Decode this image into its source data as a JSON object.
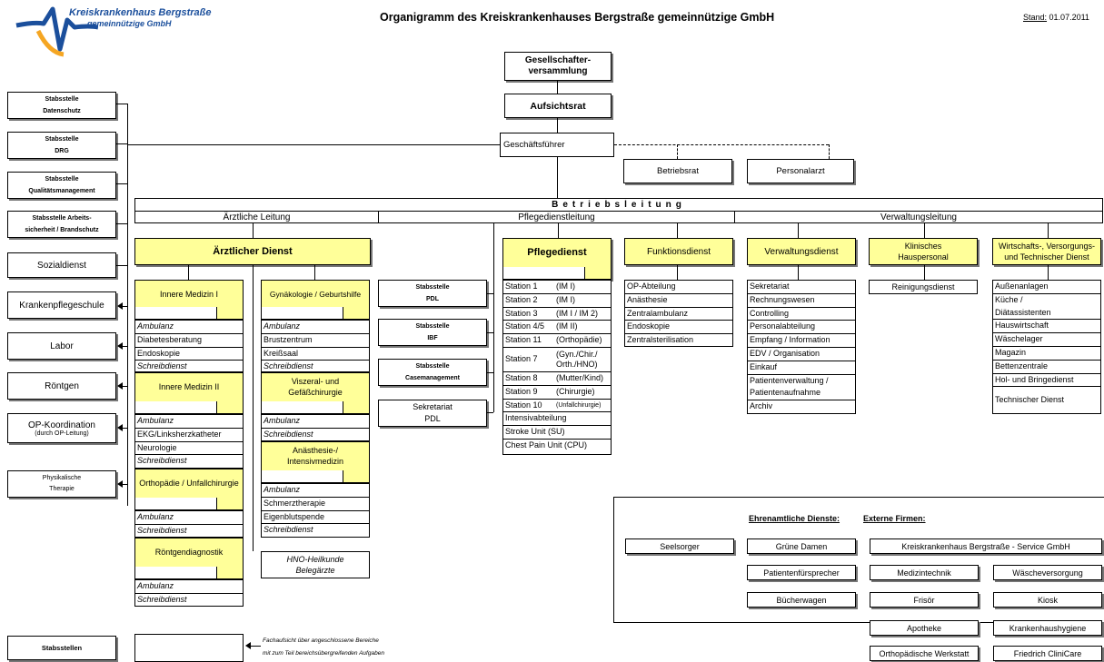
{
  "header": {
    "logo_line1": "Kreiskrankenhaus Bergstraße",
    "logo_line2": "gemeinnützige GmbH",
    "title": "Organigramm des Kreiskrankenhauses Bergstraße gemeinnützige GmbH",
    "stand_label": "Stand:",
    "stand_date": "01.07.2011"
  },
  "top": {
    "gesellschafter": "Gesellschafter-versammlung",
    "aufsichtsrat": "Aufsichtsrat",
    "geschaeftsfuehrer": "Geschäftsführer",
    "betriebsrat": "Betriebsrat",
    "personalarzt": "Personalarzt"
  },
  "stabsstellen": [
    "Stabsstelle",
    "Datenschutz",
    "Stabsstelle",
    "DRG",
    "Stabsstelle",
    "Qualitätsmanagement",
    "Stabsstelle Arbeits-",
    "sicherheit / Brandschutz"
  ],
  "left_services": {
    "sozialdienst": "Sozialdienst",
    "krankenpflegeschule": "Krankenpflegeschule",
    "labor": "Labor",
    "roentgen": "Röntgen",
    "op1": "OP-Koordination",
    "op2": "(durch OP-Leitung)",
    "phys1": "Physikalische",
    "phys2": "Therapie"
  },
  "betriebsleitung": {
    "title": "Betriebsleitung",
    "aerztlich": "Ärztliche Leitung",
    "pflege": "Pflegedienstleitung",
    "verwaltung": "Verwaltungsleitung"
  },
  "aerztlicher_dienst": {
    "title": "Ärztlicher Dienst",
    "im1": "Innere Medizin I",
    "im1_items": [
      "Ambulanz",
      "Diabetesberatung",
      "Endoskopie",
      "Schreibdienst"
    ],
    "im2": "Innere Medizin II",
    "im2_items": [
      "Ambulanz",
      "EKG/Linksherzkatheter",
      "Neurologie",
      "Schreibdienst"
    ],
    "ortho": "Orthopädie / Unfallchirurgie",
    "ortho_items": [
      "Ambulanz",
      "Schreibdienst"
    ],
    "roe": "Röntgendiagnostik",
    "roe_items": [
      "Ambulanz",
      "Schreibdienst"
    ],
    "gyn": "Gynäkologie / Geburtshilfe",
    "gyn_items": [
      "Ambulanz",
      "Brustzentrum",
      "Kreißsaal",
      "Schreibdienst"
    ],
    "visz1": "Viszeral- und",
    "visz2": "Gefäßchirurgie",
    "visz_items": [
      "Ambulanz",
      "Schreibdienst"
    ],
    "anae1": "Anästhesie-/",
    "anae2": "Intensivmedizin",
    "anae_items": [
      "Ambulanz",
      "Schmerztherapie",
      "Eigenblutspende",
      "Schreibdienst"
    ],
    "hno1": "HNO-Heilkunde",
    "hno2": "Belegärzte"
  },
  "pdl_stab": {
    "s1a": "Stabsstelle",
    "s1b": "PDL",
    "s2a": "Stabsstelle",
    "s2b": "IBF",
    "s3a": "Stabsstelle",
    "s3b": "Casemanagement",
    "sek1": "Sekretariat",
    "sek2": "PDL"
  },
  "pflegedienst": {
    "title": "Pflegedienst",
    "stations": [
      [
        "Station 1",
        "(IM I)"
      ],
      [
        "Station 2",
        "(IM I)"
      ],
      [
        "Station 3",
        "(IM I / IM 2)"
      ],
      [
        "Station 4/5",
        "(IM II)"
      ],
      [
        "Station 11",
        "(Orthopädie)"
      ],
      [
        "Station 7",
        "(Gyn./Chir./ Orth./HNO)"
      ],
      [
        "Station 8",
        "(Mutter/Kind)"
      ],
      [
        "Station 9",
        "(Chirurgie)"
      ],
      [
        "Station 10",
        "(Unfallchirurgie)"
      ]
    ],
    "extra": [
      "Intensivabteilung",
      "Stroke Unit (SU)",
      "Chest Pain Unit (CPU)"
    ]
  },
  "funktionsdienst": {
    "title": "Funktionsdienst",
    "items": [
      "OP-Abteilung",
      "Anästhesie",
      "Zentralambulanz",
      "Endoskopie",
      "Zentralsterilisation"
    ]
  },
  "verwaltungsdienst": {
    "title": "Verwaltungsdienst",
    "items": [
      "Sekretariat",
      "Rechnungswesen",
      "Controlling",
      "Personalabteilung",
      "Empfang / Information",
      "EDV / Organisation",
      "Einkauf",
      "Patientenverwaltung /",
      "Patientenaufnahme",
      "Archiv"
    ]
  },
  "klinisch": {
    "title1": "Klinisches",
    "title2": "Hauspersonal",
    "items": [
      "Reinigungsdienst"
    ]
  },
  "wirtschaft": {
    "title1": "Wirtschafts-, Versorgungs-",
    "title2": "und Technischer Dienst",
    "items": [
      "Außenanlagen",
      "Küche /",
      "Diätassistenten",
      "Hauswirtschaft",
      "Wäschelager",
      "Magazin",
      "Bettenzentrale",
      "Hol- und Bringedienst"
    ],
    "tech": "Technischer Dienst"
  },
  "external": {
    "ehrenamt_label": "Ehrenamtliche Dienste:",
    "firmen_label": "Externe Firmen:",
    "seelsorger": "Seelsorger",
    "gruene": "Grüne Damen",
    "patienten": "Patientenfürsprecher",
    "buecher": "Bücherwagen",
    "service": "Kreiskrankenhaus Bergstraße - Service GmbH",
    "medizintechnik": "Medizintechnik",
    "waesche": "Wäscheversorgung",
    "frisoer": "Frisör",
    "kiosk": "Kiosk",
    "apotheke": "Apotheke",
    "hygiene": "Krankenhaushygiene",
    "werkstatt": "Orthopädische Werkstatt",
    "clinicare": "Friedrich CliniCare"
  },
  "legend": {
    "stabsstellen": "Stabsstellen",
    "text1": "Fachaufsicht über angeschlossene Bereiche",
    "text2": "mit zum Teil bereichsübergreifenden Aufgaben"
  },
  "colors": {
    "highlight": "#ffff99",
    "logo_blue": "#1b4f9c",
    "logo_orange": "#f5a623"
  }
}
